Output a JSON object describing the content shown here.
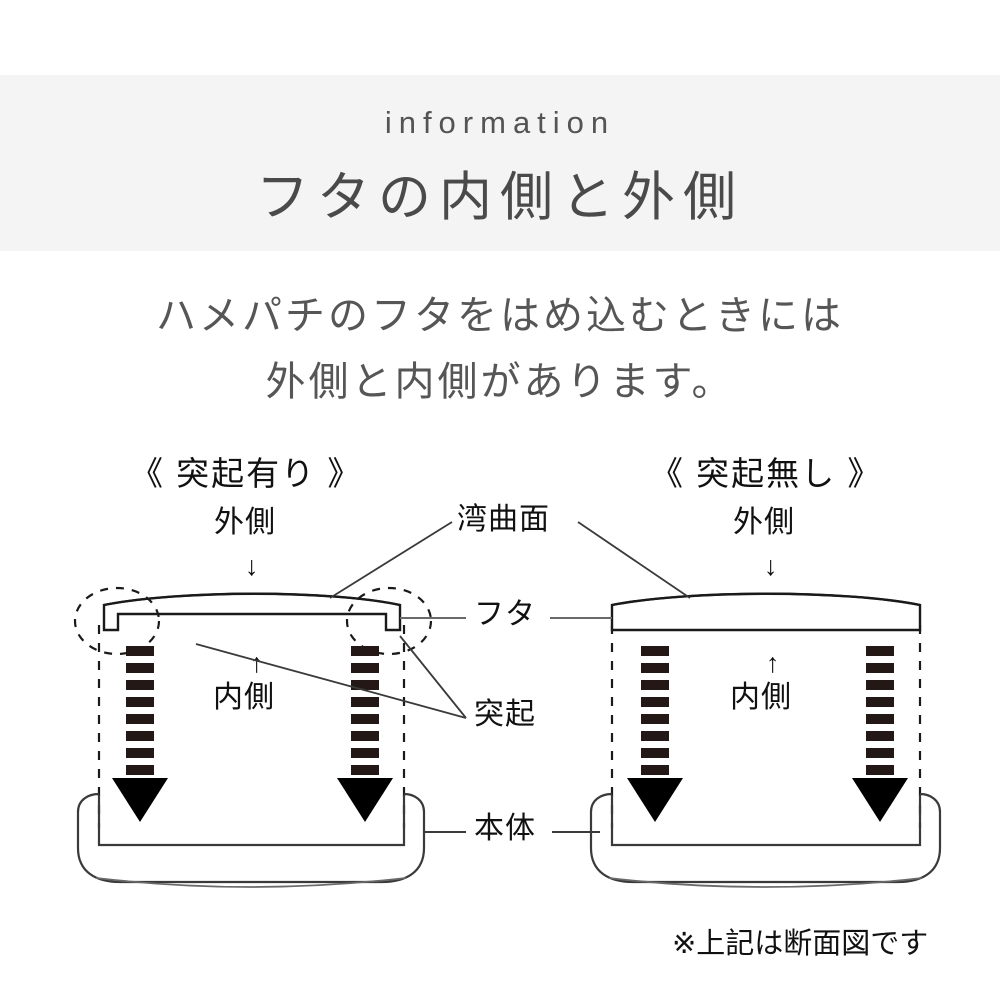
{
  "header": {
    "eyebrow": "information",
    "title": "フタの内側と外側",
    "band_color": "#f4f4f4",
    "text_color": "#4a4a4a"
  },
  "intro": {
    "line1": "ハメパチのフタをはめ込むときには",
    "line2": "外側と内側があります。"
  },
  "sections": [
    {
      "id": "with-protrusion",
      "heading": "《 突起有り 》",
      "outer_label": "外側",
      "outer_arrow": "↓",
      "inner_label": "内側",
      "inner_arrow": "↑"
    },
    {
      "id": "without-protrusion",
      "heading": "《 突起無し 》",
      "outer_label": "外側",
      "outer_arrow": "↓",
      "inner_label": "内側",
      "inner_arrow": "↑"
    }
  ],
  "callouts": {
    "curved_surface": "湾曲面",
    "lid": "フタ",
    "protrusion": "突起",
    "body": "本体"
  },
  "footnote": "※上記は断面図です",
  "colors": {
    "line": "#1a1a1a",
    "thin_line": "#3a3a3a",
    "hatch": "#231815",
    "leader": "#555555"
  }
}
